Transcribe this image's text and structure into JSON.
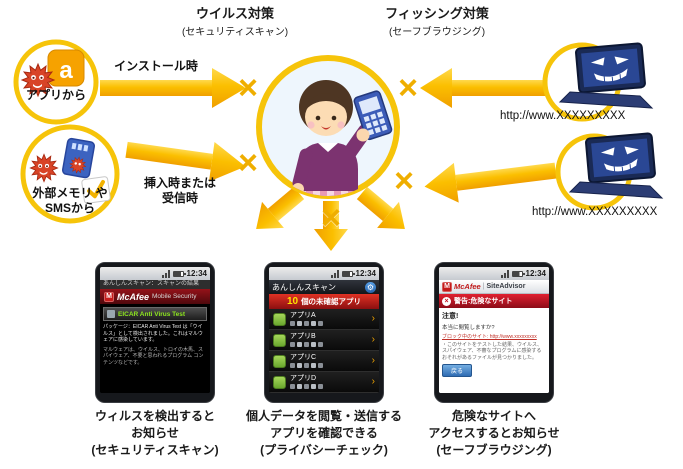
{
  "diagram": {
    "virus_title": "ウイルス対策",
    "virus_sub": "(セキュリティスキャン)",
    "phishing_title": "フィッシング対策",
    "phishing_sub": "(セーフブラウジング)",
    "apps_label": "アプリから",
    "install_arrow_label": "インストール時",
    "memory_label_line1": "外部メモリ や",
    "memory_label_line2": "SMSから",
    "memory_arrow_label_line1": "挿入時または",
    "memory_arrow_label_line2": "受信時",
    "url_top": "http://www.XXXXXXXXX",
    "url_bottom": "http://www.XXXXXXXXX"
  },
  "icons": {
    "block_x": "×",
    "gear": "⚙",
    "chevron": "›",
    "app_letter": "a",
    "mcafee_m": "M",
    "warning_x": "×",
    "brand_divider": "|"
  },
  "phone1": {
    "time": "12:34",
    "window_title": "あんしんスキャン：スキャンの結果",
    "brand": "McAfee",
    "brand_sub": "Mobile Security",
    "threat_name": "EICAR Anti Virus Test",
    "detail1": "パッケージ：EICAR Anti Virus Test は「ウイルス」として検出されました。これはマルウェアに感染しています。",
    "detail2": "マルウェアは、ウイルス、トロイの木馬、スパイウェア、不要と思われるプログラム コンテンツなどです。"
  },
  "phone2": {
    "time": "12:34",
    "header": "あんしんスキャン",
    "count": "10",
    "count_suffix": "個の未確認アプリ",
    "apps": [
      {
        "label": "アプリA"
      },
      {
        "label": "アプリB"
      },
      {
        "label": "アプリC"
      },
      {
        "label": "アプリD"
      }
    ]
  },
  "phone3": {
    "time": "12:34",
    "brand": "McAfee",
    "brand_sub": "SiteAdvisor",
    "warning": "警告:危険なサイト",
    "caution": "注意!",
    "question": "本当に閲覧しますか?",
    "link": "ブロック中のサイト: http://www.xxxxxxxxx",
    "detail": "・このサイトをテストした結果、ウイルス、スパイウェア、不審なプログラムに感染するおそれがあるファイルが見つかりました。",
    "button": "戻る"
  },
  "captions": [
    {
      "line1": "ウィルスを検出すると",
      "line2": "お知らせ",
      "line3": "(セキュリティスキャン)"
    },
    {
      "line1": "個人データを閲覧・送信する",
      "line2": "アプリを確認できる",
      "line3": "(プライバシーチェック)"
    },
    {
      "line1": "危険なサイトへ",
      "line2": "アクセスするとお知らせ",
      "line3": "(セーフブラウジング)"
    }
  ]
}
